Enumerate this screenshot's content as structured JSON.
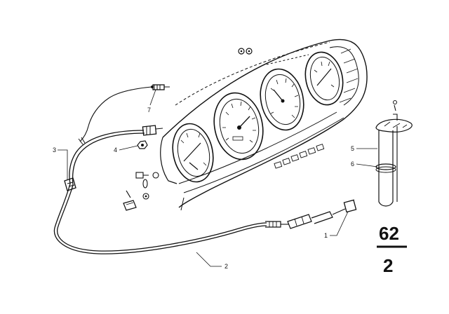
{
  "diagram": {
    "callouts": [
      {
        "id": "1",
        "label": "1"
      },
      {
        "id": "2",
        "label": "2"
      },
      {
        "id": "3",
        "label": "3"
      },
      {
        "id": "4",
        "label": "4"
      },
      {
        "id": "5",
        "label": "5"
      },
      {
        "id": "6",
        "label": "6"
      },
      {
        "id": "7",
        "label": "7"
      }
    ],
    "group_ref": {
      "top": "62",
      "bottom": "2"
    }
  },
  "colors": {
    "ink": "#111111",
    "paper": "#ffffff"
  }
}
